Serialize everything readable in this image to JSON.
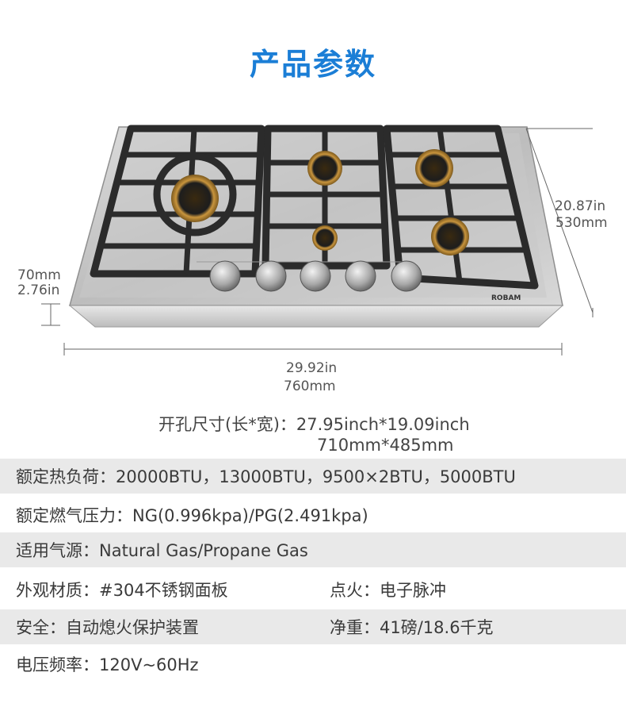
{
  "title": "产品参数",
  "figure": {
    "brand": "ROBAM",
    "depth_in": "20.87in",
    "depth_mm": "530mm",
    "height_mm": "70mm",
    "height_in": "2.76in",
    "width_in": "29.92in",
    "width_mm": "760mm"
  },
  "cutout": {
    "label": "开孔尺寸(长*宽)：",
    "inch": "27.95inch*19.09inch",
    "mm": "710mm*485mm"
  },
  "specs": [
    {
      "text": "额定热负荷：20000BTU，13000BTU，9500×2BTU，5000BTU",
      "shaded": true
    },
    {
      "text": "额定燃气压力：NG(0.996kpa)/PG(2.491kpa)",
      "shaded": false
    },
    {
      "text": "适用气源：Natural Gas/Propane Gas",
      "shaded": true
    },
    {
      "text": "外观材质：#304不锈钢面板",
      "right": "点火：电子脉冲",
      "shaded": false
    },
    {
      "text": "安全：自动熄火保护装置",
      "right": "净重：41磅/18.6千克",
      "shaded": true
    },
    {
      "text": "电压频率：120V~60Hz",
      "shaded": false
    }
  ],
  "colors": {
    "accent": "#1b7ed6",
    "row_shade": "#e9e9e9"
  }
}
